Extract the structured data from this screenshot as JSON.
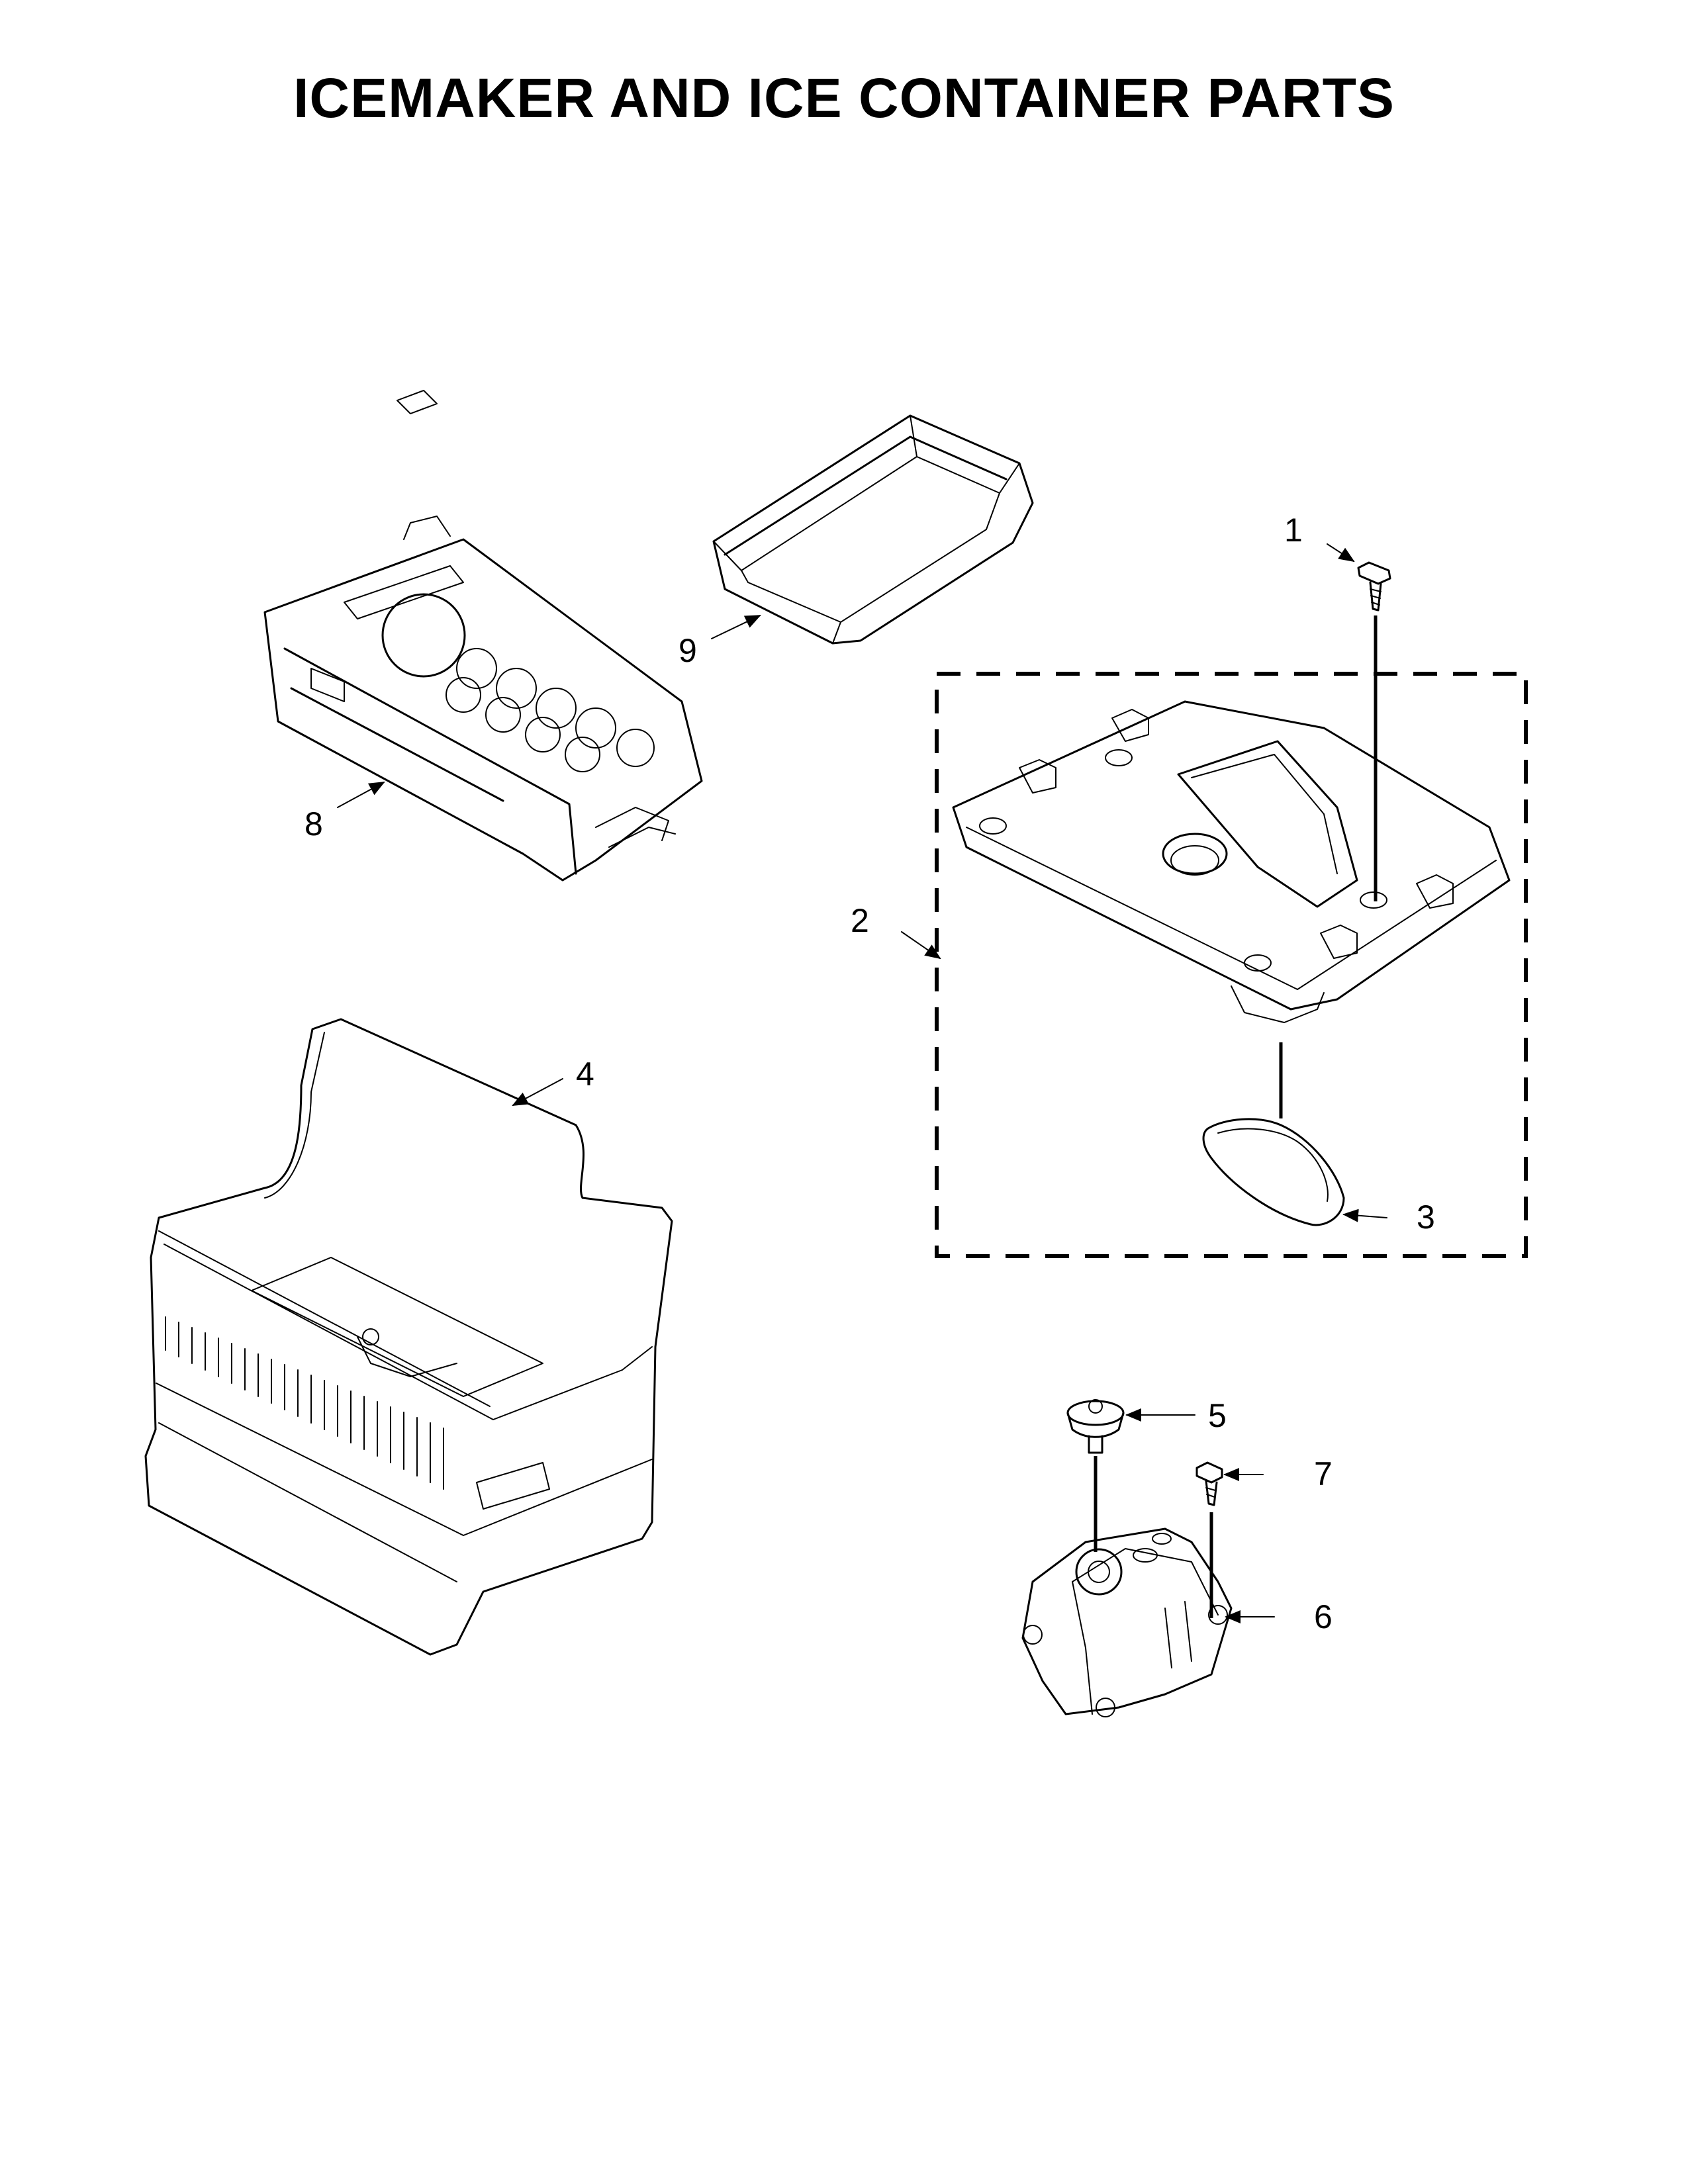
{
  "title": "ICEMAKER AND ICE CONTAINER PARTS",
  "callouts": {
    "c1": "1",
    "c2": "2",
    "c3": "3",
    "c4": "4",
    "c5": "5",
    "c6": "6",
    "c7": "7",
    "c8": "8",
    "c9": "9"
  }
}
